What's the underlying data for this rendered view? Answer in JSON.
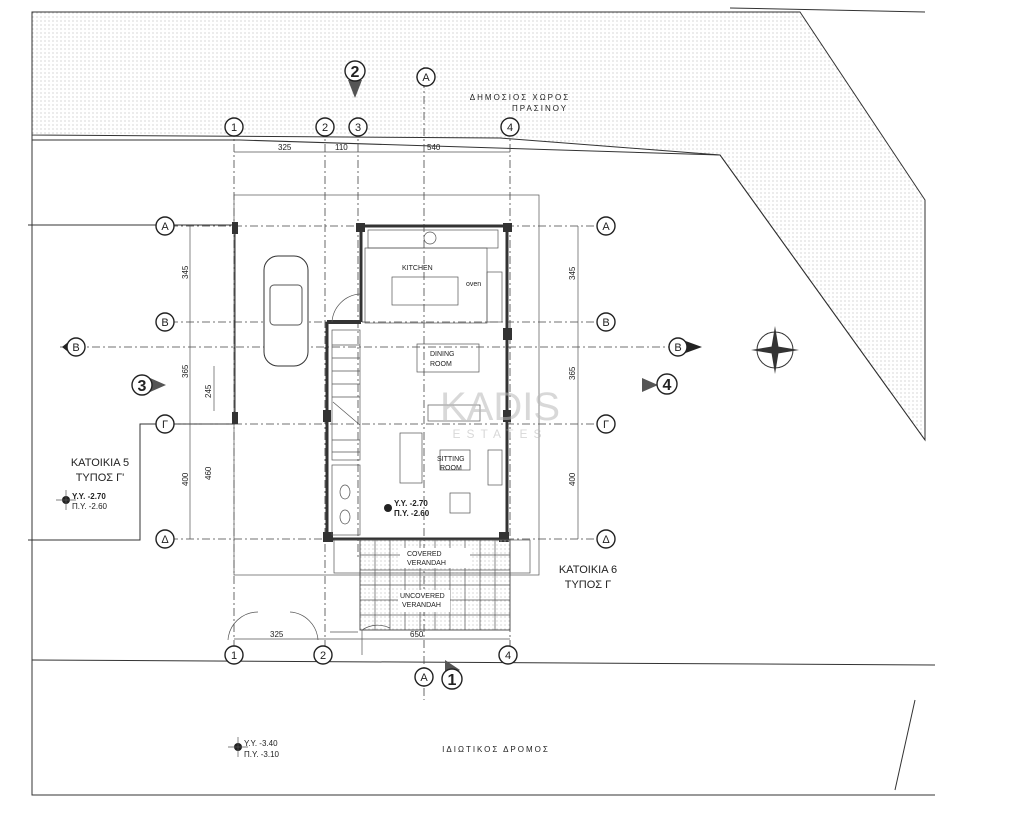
{
  "labels": {
    "public_space_line1": "ΔΗΜΟΣΙΟΣ ΧΩΡΟΣ",
    "public_space_line2": "ΠΡΑΣΙΝΟΥ",
    "private_road": "ΙΔΙΩΤΙΚΟΣ ΔΡΟΜΟΣ",
    "house5_line1": "ΚΑΤΟΙΚΙΑ 5",
    "house5_line2": "ΤΥΠΟΣ Γ'",
    "house6_line1": "ΚΑΤΟΙΚΙΑ 6",
    "house6_line2": "ΤΥΠΟΣ Γ",
    "kitchen": "KITCHEN",
    "oven": "oven",
    "dining_line1": "DINING",
    "dining_line2": "ROOM",
    "sitting_line1": "SITTING",
    "sitting_line2": "ROOM",
    "covered_line1": "COVERED",
    "covered_line2": "VERANDAH",
    "uncovered_line1": "UNCOVERED",
    "uncovered_line2": "VERANDAH",
    "watermark_main": "KADIS",
    "watermark_sub": "ESTATES"
  },
  "levels": {
    "house5": {
      "yy": "Υ.Υ. -2.70",
      "py": "Π.Υ. -2.60"
    },
    "house": {
      "yy": "Υ.Υ. -2.70",
      "py": "Π.Υ. -2.60"
    },
    "road": {
      "yy": "Υ.Υ. -3.40",
      "py": "Π.Υ. -3.10"
    }
  },
  "grid": {
    "columns": [
      "1",
      "2",
      "3",
      "4"
    ],
    "rows": [
      "Α",
      "Β",
      "Γ",
      "Δ"
    ],
    "sections": [
      "A",
      "B"
    ],
    "elevations": [
      "1",
      "2",
      "3",
      "4"
    ]
  },
  "dimensions": {
    "top": [
      "325",
      "110",
      "540"
    ],
    "bottom": [
      "325",
      "650"
    ],
    "left": [
      "345",
      "365",
      "245",
      "400",
      "460"
    ],
    "right": [
      "345",
      "365",
      "400"
    ]
  },
  "colors": {
    "line": "#333333",
    "hatch": "#d8d8d8",
    "watermark": "#b9b9b9"
  }
}
